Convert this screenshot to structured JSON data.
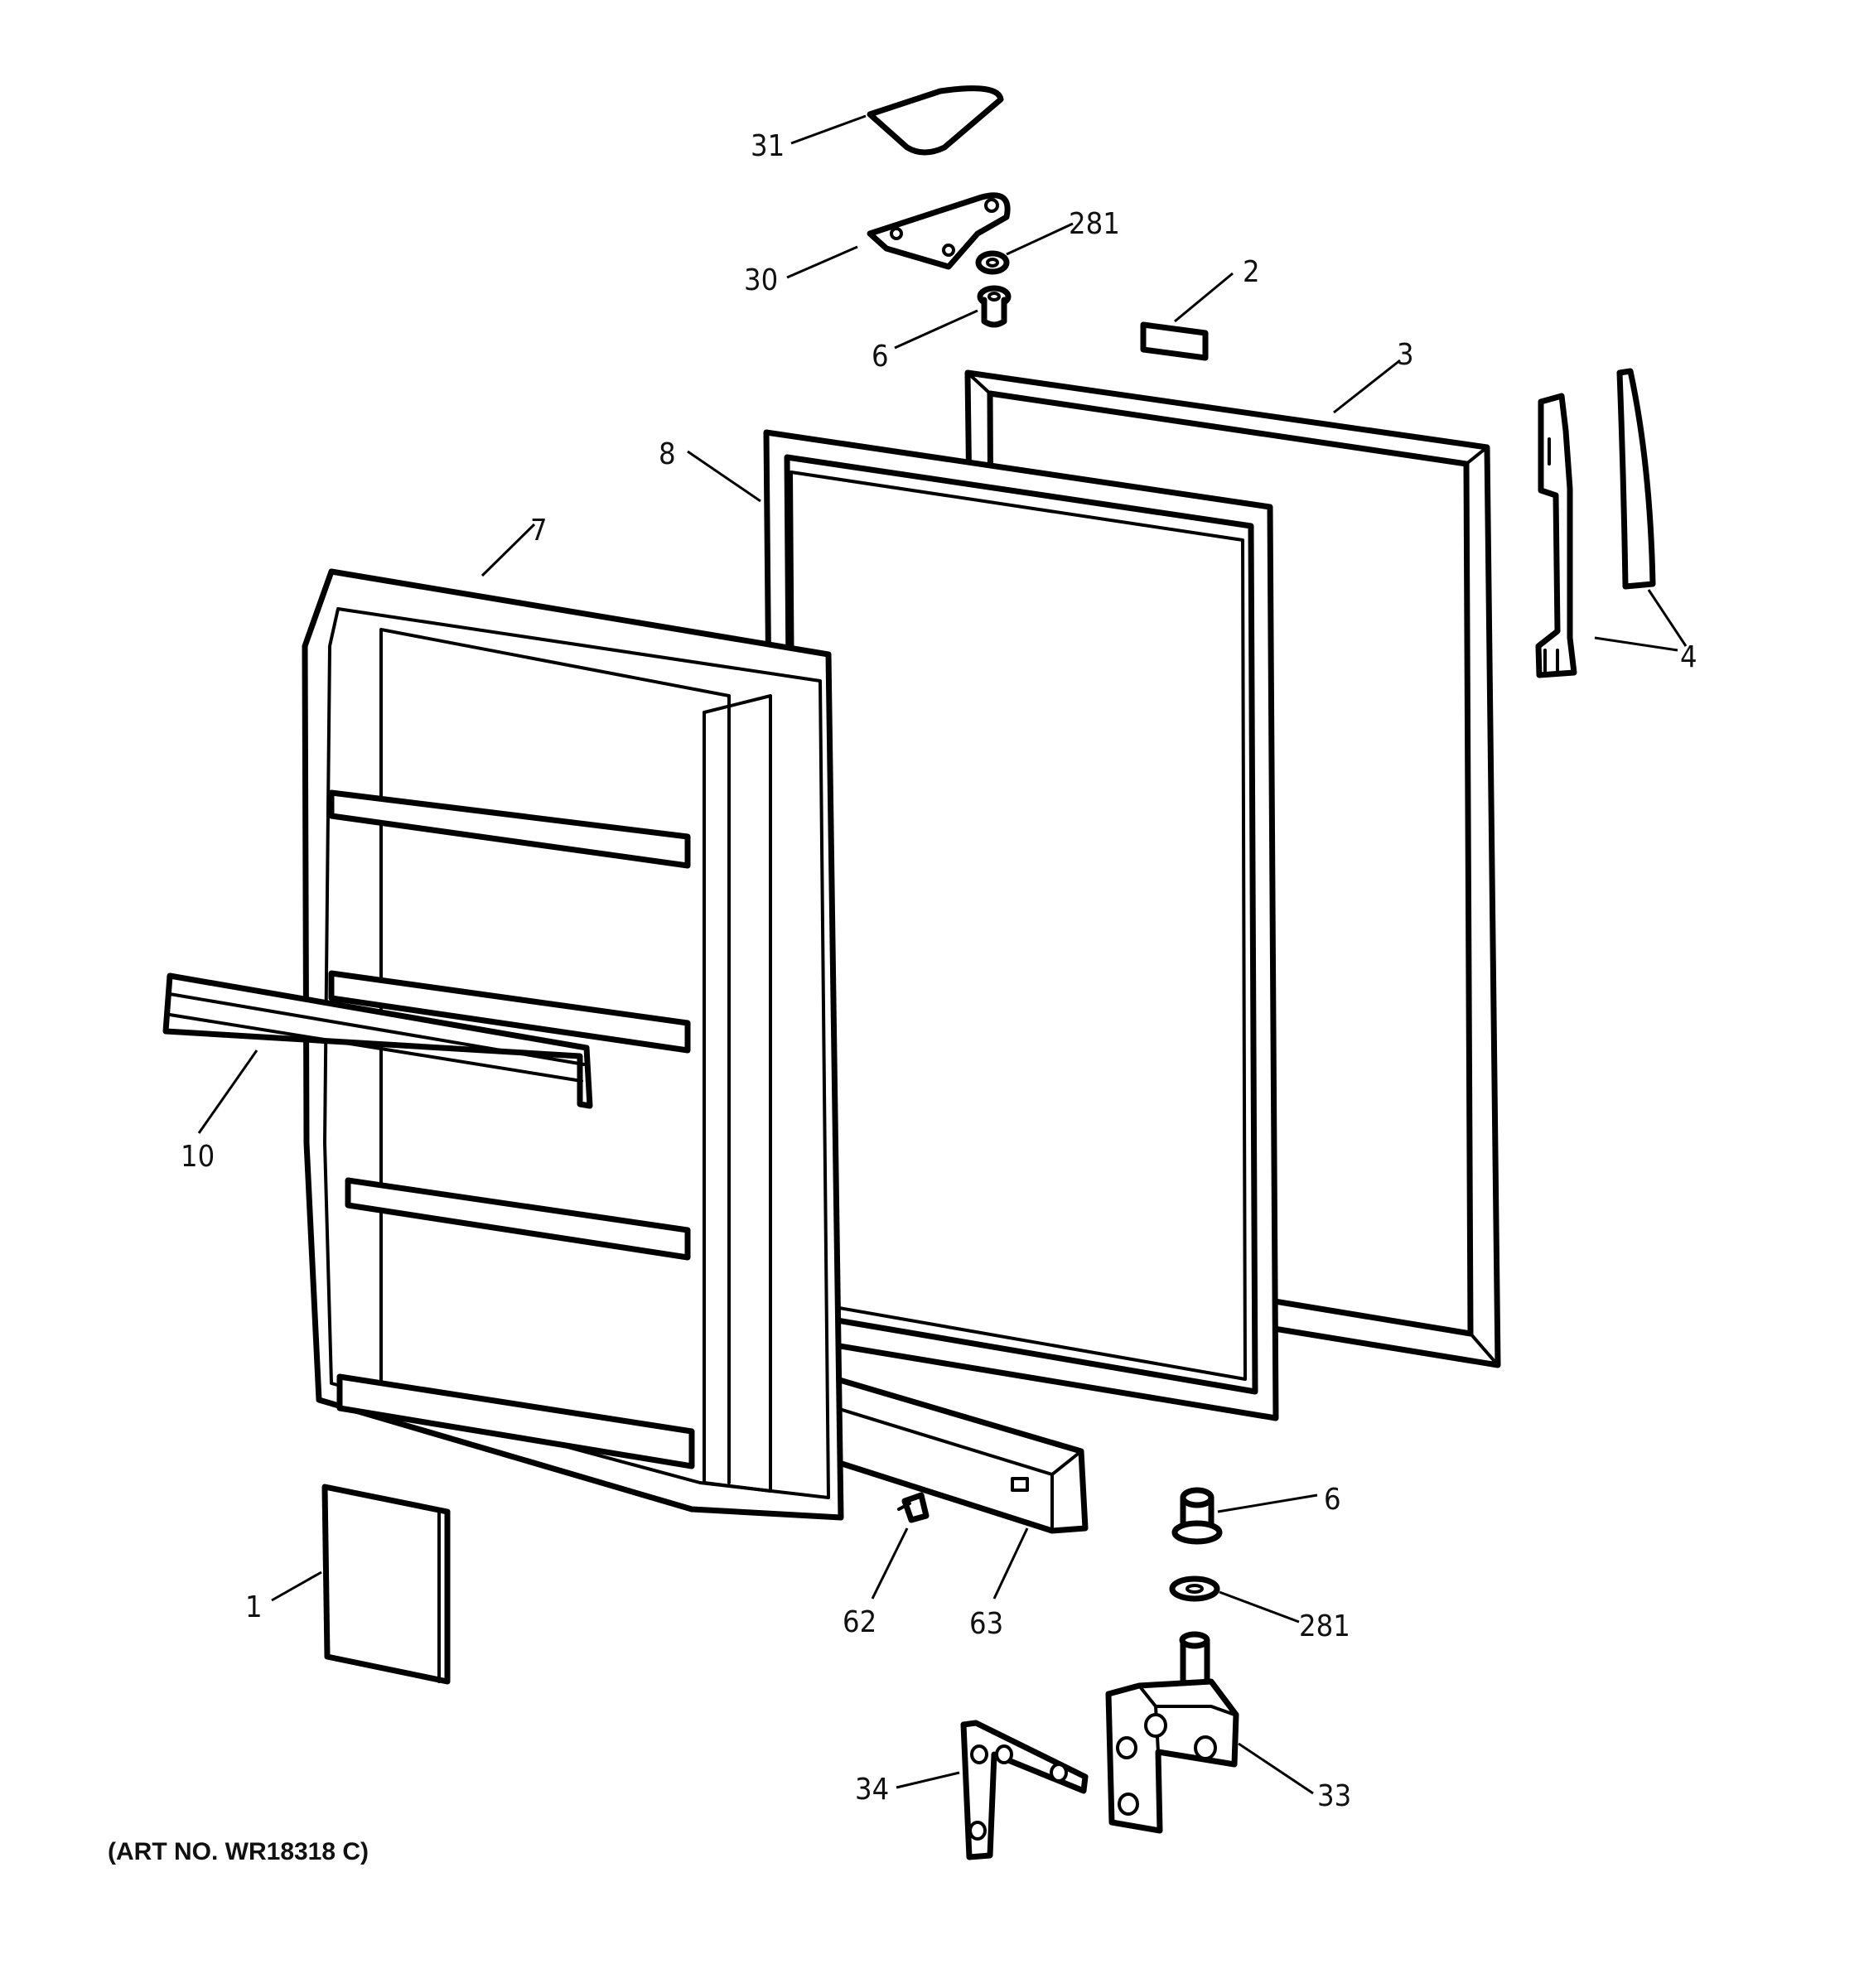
{
  "diagram": {
    "labels": {
      "p31": "31",
      "p30": "30",
      "p281_top": "281",
      "p2": "2",
      "p6_top": "6",
      "p3": "3",
      "p8": "8",
      "p7": "7",
      "p4": "4",
      "p10": "10",
      "p6_bottom": "6",
      "p281_bottom": "281",
      "p1": "1",
      "p62": "62",
      "p63": "63",
      "p34": "34",
      "p33": "33"
    },
    "caption": "(ART NO. WR18318 C)"
  }
}
